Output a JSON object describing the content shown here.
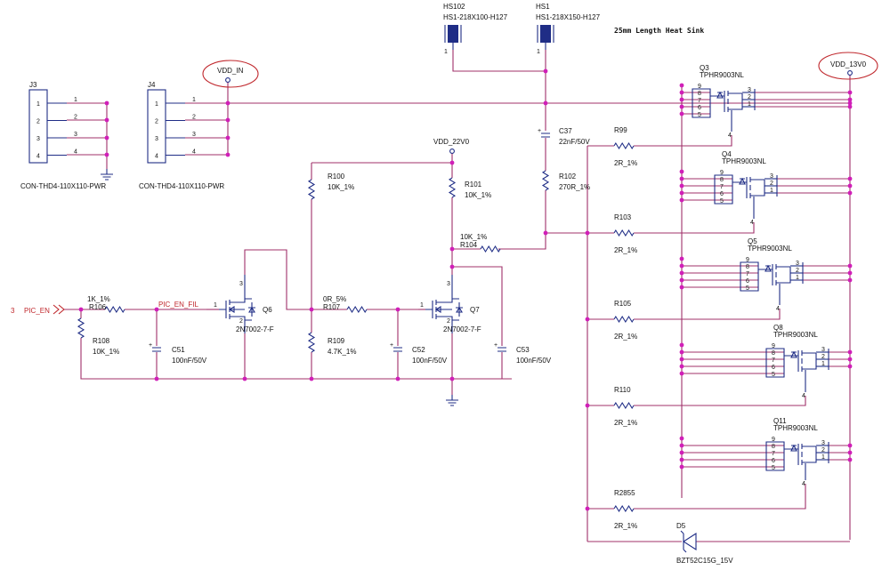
{
  "heat_sinks": [
    {
      "ref": "HS102",
      "value": "HS1-218X100-H127",
      "pin": "1"
    },
    {
      "ref": "HS1",
      "value": "HS1-218X150-H127",
      "pin": "1"
    }
  ],
  "heat_sink_note": "25mm Length Heat Sink",
  "nets": {
    "vdd_in": "VDD_IN",
    "vdd_13v0": "VDD_13V0",
    "vdd_22v0": "VDD_22V0",
    "pic_en_fil": "PIC_EN_FIL",
    "pic_en": "PIC_EN",
    "pic_en_sheet": "3"
  },
  "connectors": [
    {
      "ref": "J3",
      "value": "CON-THD4-110X110-PWR",
      "pins": [
        "1",
        "2",
        "3",
        "4"
      ]
    },
    {
      "ref": "J4",
      "value": "CON-THD4-110X110-PWR",
      "pins": [
        "1",
        "2",
        "3",
        "4"
      ]
    }
  ],
  "resistors": [
    {
      "ref": "R106",
      "value": "1K_1%"
    },
    {
      "ref": "R108",
      "value": "10K_1%"
    },
    {
      "ref": "R100",
      "value": "10K_1%"
    },
    {
      "ref": "R107",
      "value": "0R_5%"
    },
    {
      "ref": "R109",
      "value": "4.7K_1%"
    },
    {
      "ref": "R101",
      "value": "10K_1%"
    },
    {
      "ref": "R104",
      "value": "10K_1%"
    },
    {
      "ref": "R102",
      "value": "270R_1%"
    },
    {
      "ref": "R99",
      "value": "2R_1%"
    },
    {
      "ref": "R103",
      "value": "2R_1%"
    },
    {
      "ref": "R105",
      "value": "2R_1%"
    },
    {
      "ref": "R110",
      "value": "2R_1%"
    },
    {
      "ref": "R2855",
      "value": "2R_1%"
    }
  ],
  "capacitors": [
    {
      "ref": "C51",
      "value": "100nF/50V"
    },
    {
      "ref": "C52",
      "value": "100nF/50V"
    },
    {
      "ref": "C53",
      "value": "100nF/50V"
    },
    {
      "ref": "C37",
      "value": "22nF/50V"
    }
  ],
  "small_fets": [
    {
      "ref": "Q6",
      "value": "2N7002-7-F",
      "pins": [
        "1",
        "2",
        "3"
      ]
    },
    {
      "ref": "Q7",
      "value": "2N7002-7-F",
      "pins": [
        "1",
        "2",
        "3"
      ]
    }
  ],
  "power_fets": [
    {
      "ref": "Q3",
      "value": "TPHR9003NL"
    },
    {
      "ref": "Q4",
      "value": "TPHR9003NL"
    },
    {
      "ref": "Q5",
      "value": "TPHR9003NL"
    },
    {
      "ref": "Q8",
      "value": "TPHR9003NL"
    },
    {
      "ref": "Q11",
      "value": "TPHR9003NL"
    }
  ],
  "power_fet_pins": {
    "drain": [
      "9",
      "8",
      "7",
      "6",
      "5"
    ],
    "source": [
      "3",
      "2",
      "1"
    ],
    "gate": "4"
  },
  "zener": {
    "ref": "D5",
    "value": "BZT52C15G_15V"
  },
  "colors": {
    "wire": "#a0306a",
    "symbol": "#1f2d86",
    "highlight": "#c0282d",
    "junction": "#d01fb8"
  }
}
